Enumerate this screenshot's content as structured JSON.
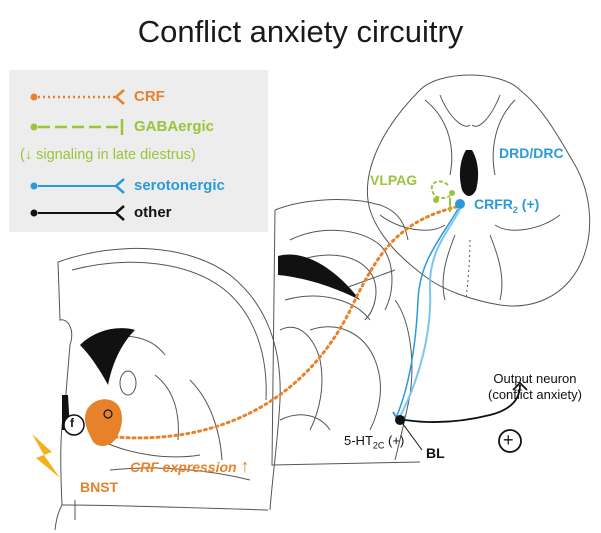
{
  "title": "Conflict anxiety circuitry",
  "legend": {
    "crf": "CRF",
    "gabaergic": "GABAergic",
    "gaba_note_arrow": "↓",
    "gaba_note": "signaling in late diestrus)",
    "gaba_note_open": "(",
    "serotonergic": "serotonergic",
    "other": "other"
  },
  "labels": {
    "vlpag": "VLPAG",
    "drd_drc": "DRD/DRC",
    "crfr2_main": "CRFR",
    "crfr2_sub": "2",
    "crfr2_suffix": " (+)",
    "output_line1": "Output neuron",
    "output_line2": "(conflict anxiety)",
    "ht_prefix": "5-HT",
    "ht_sub": "2C",
    "ht_suffix": " (+)",
    "bl": "BL",
    "f": "f",
    "bnst": "BNST",
    "crf_expression": "CRF expression",
    "up_arrow": "↑",
    "plus": "+"
  },
  "colors": {
    "crf": "#e8822a",
    "gabaergic": "#9ac43a",
    "serotonergic": "#2b9ad8",
    "serotonergic_light": "#7cc6ee",
    "other": "#111111",
    "legend_bg": "#ededed",
    "bolt": "#f2b21a"
  },
  "icons": {
    "lightning": "lightning-bolt-icon",
    "plus": "plus-circle-icon"
  }
}
